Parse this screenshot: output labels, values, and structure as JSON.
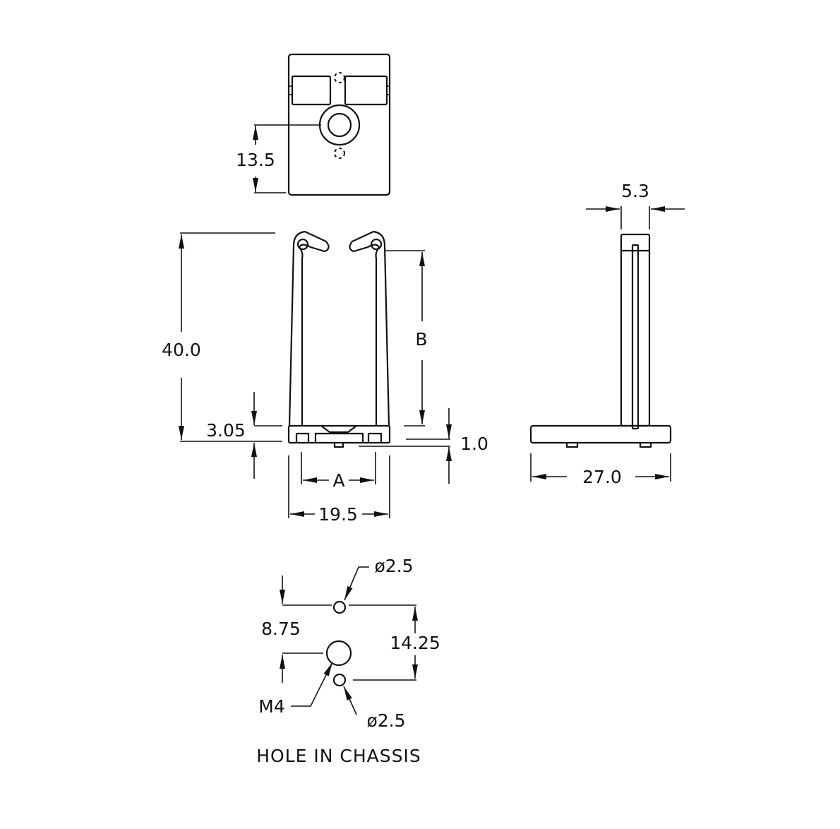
{
  "dimensions": {
    "top_hole_offset": "13.5",
    "height": "40.0",
    "base_height": "3.05",
    "inner_height": "B",
    "foot_height": "1.0",
    "inner_width": "A",
    "width": "19.5",
    "thickness": "5.3",
    "depth": "27.0"
  },
  "hole_pattern": {
    "title": "HOLE IN CHASSIS",
    "small_hole_top": "ø2.5",
    "small_hole_bottom": "ø2.5",
    "main_hole": "M4",
    "offset": "8.75",
    "spacing": "14.25"
  }
}
